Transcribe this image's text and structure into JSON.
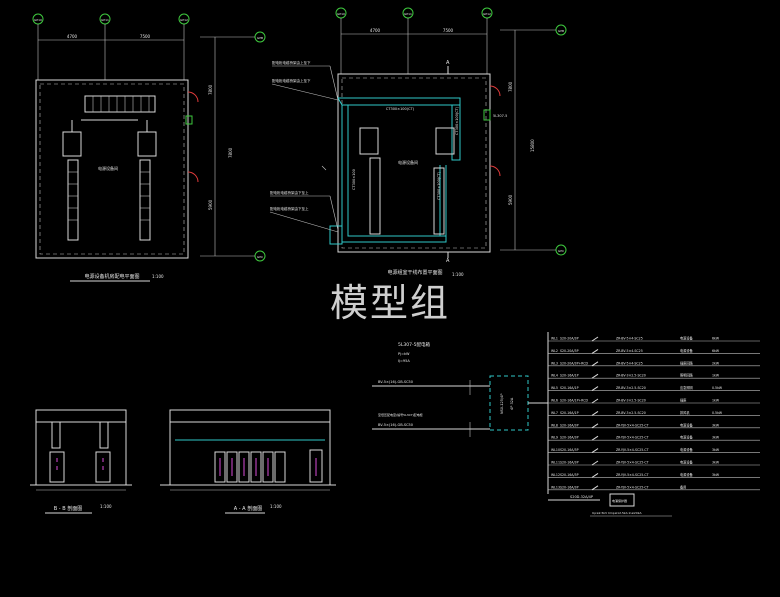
{
  "watermark": "模型组",
  "plan_left": {
    "title": "电源设备机房配电平面图",
    "scale": "1:100",
    "grid_top": [
      "GP10",
      "GP11",
      "GP12"
    ],
    "grid_right": [
      "GPB",
      "GPC"
    ],
    "dims_top": [
      "4700",
      "7500"
    ],
    "dims_right": [
      "7800",
      "7800",
      "5900"
    ],
    "room_label": "电源设备间"
  },
  "plan_right": {
    "title": "电源组室干线布置平面图",
    "scale": "1:100",
    "grid_top": [
      "GP10",
      "GP11",
      "GP12"
    ],
    "grid_right": [
      "GPB",
      "GPC"
    ],
    "dims_top": [
      "4700",
      "7500"
    ],
    "dims_right": [
      "7800",
      "15800",
      "5900"
    ],
    "room_label": "电源设备间",
    "tray_label_top": "CT300×100(CT)",
    "tray_label_left": "CT300×100",
    "tray_label_right": "CT300×100(CT)",
    "tray_label_bottom": "CT300×100(CT)",
    "panel_tag": "5L307-5",
    "note_1": "配电柜电缆桥架由上至下",
    "note_2": "配电柜电缆桥架由下至上",
    "section_mark": "A"
  },
  "section_bb": {
    "title": "B - B 剖面图",
    "scale": "1:100"
  },
  "section_aa": {
    "title": "A - A 剖面图",
    "scale": "1:100"
  },
  "panel_box": {
    "title": "5L307-5配电箱",
    "line1": "Pj=kW",
    "line2": "Ij=95A",
    "feeder1": "BV-5×(16)-GB-SC50",
    "feeder2": "BV-5×(16)-GB-SC50",
    "feeder1_note": "至低压配电室(编号5L307)配电柜",
    "feeder2_note": "至低压配电室(编号5L307)配电柜",
    "breaker_label": "NSX-125/4P",
    "meter_label": "4P 32A"
  },
  "circuits": [
    {
      "no": "WL1",
      "breaker": "S20-20A/3P",
      "cable": "ZR-BV-5×4-SC25",
      "load": "电源设备",
      "kw": "6kW"
    },
    {
      "no": "WL2",
      "breaker": "S20-20A/3P",
      "cable": "ZR-BV-5×4-SC25",
      "load": "电源设备",
      "kw": "6kW"
    },
    {
      "no": "WL3",
      "breaker": "S20-20A/3P+RCD",
      "cable": "ZR-BV-5×4-SC25",
      "load": "插座回路",
      "kw": "2kW"
    },
    {
      "no": "WL4",
      "breaker": "S20-16A/1P",
      "cable": "ZR-BV-3×2.5-SC20",
      "load": "照明回路",
      "kw": "1kW"
    },
    {
      "no": "WL5",
      "breaker": "S20-16A/1P",
      "cable": "ZR-BV-3×2.5-SC20",
      "load": "应急照明",
      "kw": "0.5kW"
    },
    {
      "no": "WL6",
      "breaker": "S20-16A/1P+RCD",
      "cable": "ZR-BV-3×2.5-SC20",
      "load": "插座",
      "kw": "1kW"
    },
    {
      "no": "WL7",
      "breaker": "S20-16A/1P",
      "cable": "ZR-BV-3×2.5-SC20",
      "load": "排风机",
      "kw": "0.5kW"
    },
    {
      "no": "WL8",
      "breaker": "S20-16A/3P",
      "cable": "ZR-YJV-5×4-SC25-CT",
      "load": "电源设备",
      "kw": "3kW"
    },
    {
      "no": "WL9",
      "breaker": "S20-16A/3P",
      "cable": "ZR-YJV-5×4-SC25-CT",
      "load": "电源设备",
      "kw": "3kW"
    },
    {
      "no": "WL10",
      "breaker": "S20-16A/3P",
      "cable": "ZR-YJV-5×4-SC25-CT",
      "load": "电源设备",
      "kw": "3kW"
    },
    {
      "no": "WL11",
      "breaker": "S20-16A/3P",
      "cable": "ZR-YJV-5×4-SC25-CT",
      "load": "电源设备",
      "kw": "3kW"
    },
    {
      "no": "WL12",
      "breaker": "S20-16A/3P",
      "cable": "ZR-YJV-5×4-SC25-CT",
      "load": "电源设备",
      "kw": "3kW"
    },
    {
      "no": "WL13",
      "breaker": "S20-16A/3P",
      "cable": "ZR-YJV-5×4-SC25-CT",
      "load": "备用",
      "kw": ""
    }
  ],
  "bottom_note": "S20D-32A/4P",
  "bottom_note2": "电涌保护器",
  "bottom_note3": "Up≤2.5kV Iimp≥12.5kA In≥20kA"
}
